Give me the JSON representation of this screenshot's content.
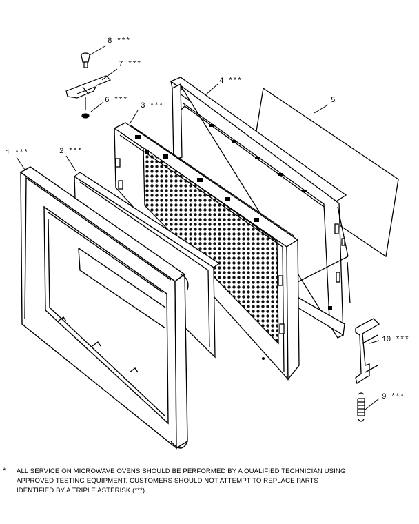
{
  "labels": {
    "p1": "1 ***",
    "p2": "2 ***",
    "p3": "3 ***",
    "p4": "4 ***",
    "p5": "5",
    "p6": "6 ***",
    "p7": "7 ***",
    "p8": "8 ***",
    "p9": "9 ***",
    "p10": "10 ***"
  },
  "note": {
    "marker": "*",
    "line1": "ALL SERVICE ON MICROWAVE OVENS SHOULD BE PERFORMED BY A  QUALIFIED TECHNICIAN USING",
    "line2": "APPROVED TESTING EQUIPMENT.  CUSTOMERS SHOULD NOT ATTEMPT TO REPLACE PARTS",
    "line3": "IDENTIFIED BY A TRIPLE ASTERISK (***)."
  }
}
